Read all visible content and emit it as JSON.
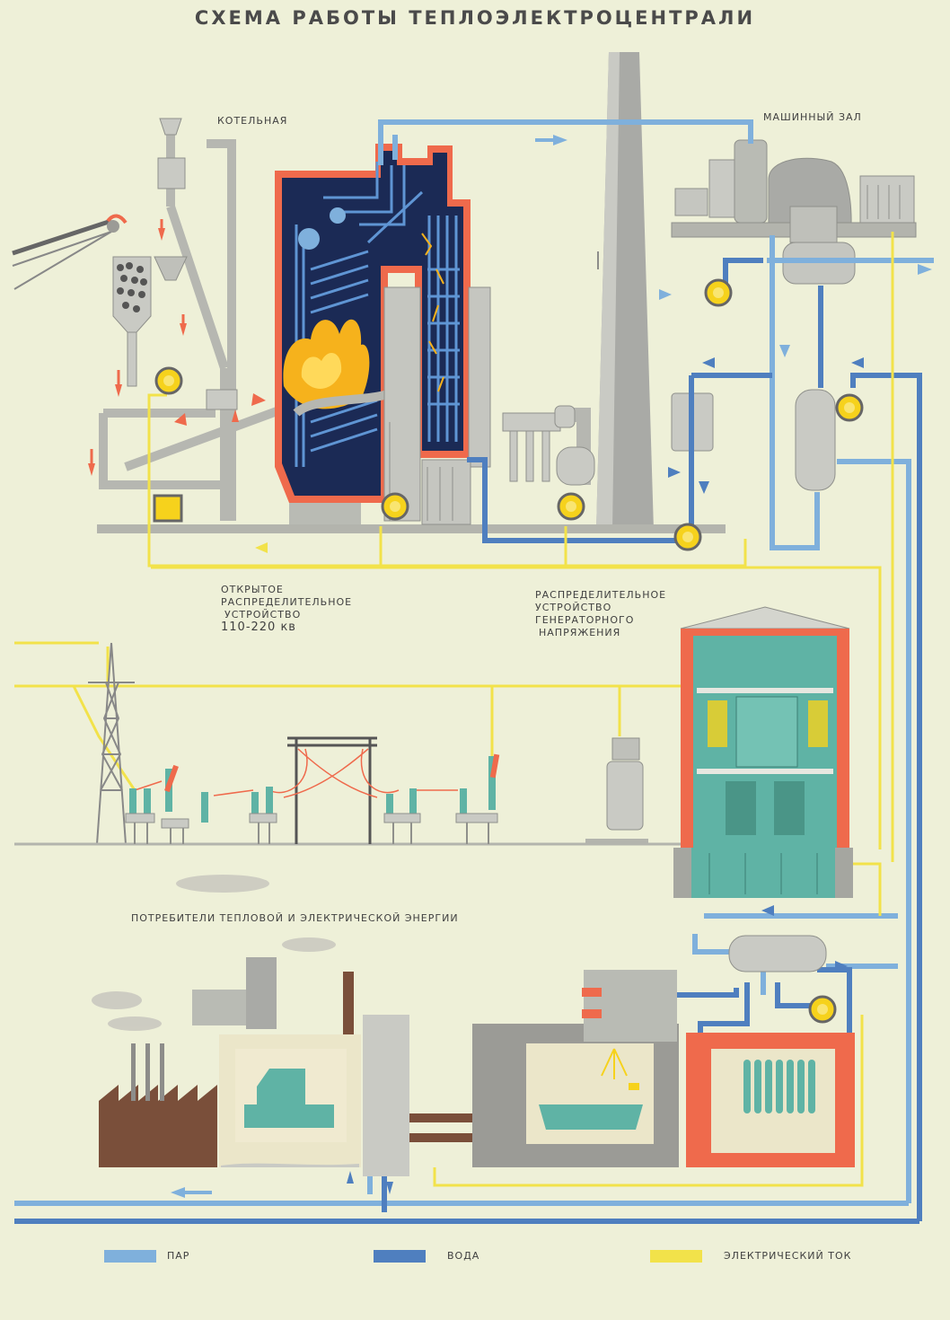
{
  "title": "СХЕМА РАБОТЫ ТЕПЛОЭЛЕКТРОЦЕНТРАЛИ",
  "labels": {
    "boiler_room": "КОТЕЛЬНАЯ",
    "machine_hall": "МАШИННЫЙ ЗАЛ",
    "open_switchgear": [
      "ОТКРЫТОЕ",
      "РАСПРЕДЕЛИТЕЛЬНОЕ",
      "УСТРОЙСТВО",
      "110-220 кв"
    ],
    "generator_switchgear": [
      "РАСПРЕДЕЛИТЕЛЬНОЕ",
      "УСТРОЙСТВО",
      "ГЕНЕРАТОРНОГО",
      "НАПРЯЖЕНИЯ"
    ],
    "consumers": "ПОТРЕБИТЕЛИ ТЕПЛОВОЙ И ЭЛЕКТРИЧЕСКОЙ ЭНЕРГИИ"
  },
  "legend": [
    {
      "label": "ПАР",
      "color": "#7fb0dc"
    },
    {
      "label": "ВОДА",
      "color": "#4f7fbf"
    },
    {
      "label": "ЭЛЕКТРИЧЕСКИЙ ТОК",
      "color": "#f2e24a"
    }
  ],
  "colors": {
    "steam": "#7fb0dc",
    "water": "#4f7fbf",
    "current": "#f2e24a",
    "accent_red": "#ef6a4c",
    "boiler_dark": "#1b2a55",
    "teal": "#5fb3a5",
    "grey": "#b9bbb4",
    "flame": "#f6b21c"
  }
}
